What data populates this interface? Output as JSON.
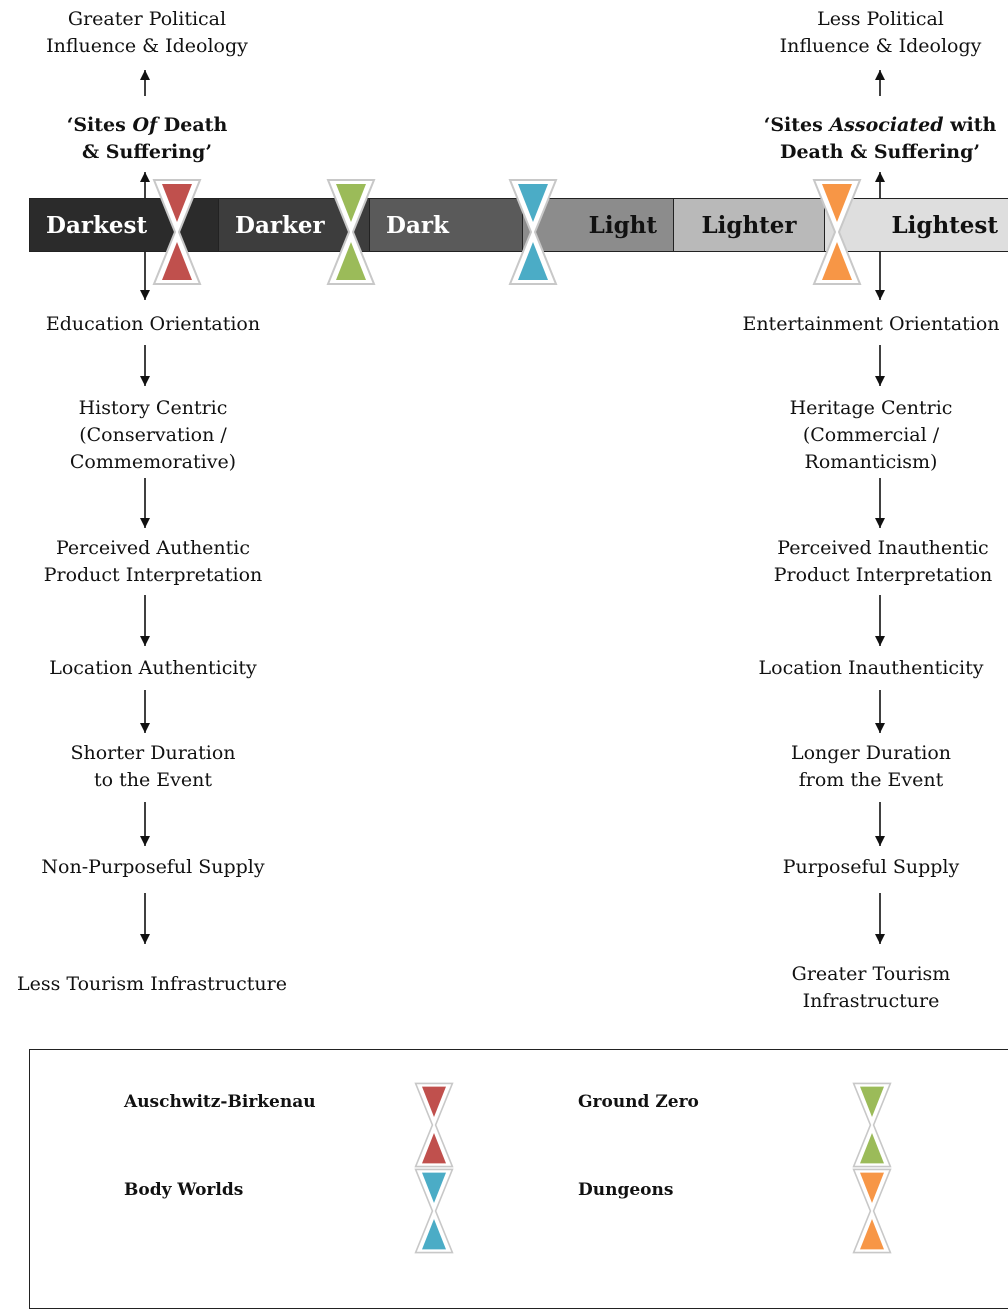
{
  "top_left": {
    "influence_line1": "Greater Political",
    "influence_line2": "Influence & Ideology",
    "sites_line1_pre": "‘Sites ",
    "sites_line1_em": "Of",
    "sites_line1_post": " Death",
    "sites_line2": "& Suffering’"
  },
  "top_right": {
    "influence_line1": "Less Political",
    "influence_line2": "Influence & Ideology",
    "sites_line1_pre": "‘Sites ",
    "sites_line1_em": "Associated",
    "sites_line1_post": " with",
    "sites_line2": "Death & Suffering’"
  },
  "spectrum": [
    {
      "label": "Darkest",
      "fill": "#2b2b2b",
      "text_color": "#ffffff"
    },
    {
      "label": "Darker",
      "fill": "#3d3d3d",
      "text_color": "#ffffff"
    },
    {
      "label": "Dark",
      "fill": "#5a5a5a",
      "text_color": "#ffffff"
    },
    {
      "label": "Light",
      "fill": "#8c8c8c",
      "text_color": "#111111"
    },
    {
      "label": "Lighter",
      "fill": "#b9b9b9",
      "text_color": "#111111"
    },
    {
      "label": "Lightest",
      "fill": "#dedede",
      "text_color": "#111111"
    }
  ],
  "left_chain": [
    "Education Orientation",
    "History Centric",
    "(Conservation /",
    "Commemorative)",
    "Perceived Authentic",
    "Product Interpretation",
    "Location Authenticity",
    "Shorter Duration",
    "to the Event",
    "Non-Purposeful Supply",
    "Less Tourism Infrastructure"
  ],
  "right_chain": [
    "Entertainment Orientation",
    "Heritage Centric",
    "(Commercial /",
    "Romanticism)",
    "Perceived Inauthentic",
    "Product Interpretation",
    "Location Inauthenticity",
    "Longer Duration",
    "from the Event",
    "Purposeful Supply",
    "Greater Tourism",
    "Infrastructure"
  ],
  "legend": [
    {
      "label": "Auschwitz-Birkenau",
      "color": "#c0504d"
    },
    {
      "label": "Ground Zero",
      "color": "#9bbb59"
    },
    {
      "label": "Body Worlds",
      "color": "#4bacc6"
    },
    {
      "label": "Dungeons",
      "color": "#f79646"
    }
  ],
  "icons": {
    "marker": "hourglass-icon",
    "arrow": "arrow-icon"
  }
}
